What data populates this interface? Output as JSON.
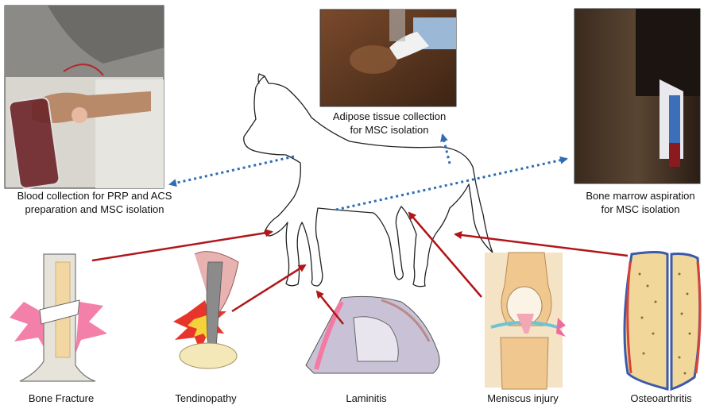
{
  "captions": {
    "blood": [
      "Blood collection for PRP and ACS",
      "preparation and MSC isolation"
    ],
    "adipose": [
      "Adipose tissue collection",
      "for MSC isolation"
    ],
    "marrow": [
      "Bone marrow aspiration",
      "for MSC isolation"
    ]
  },
  "conditions": {
    "bone_fracture": "Bone Fracture",
    "tendinopathy": "Tendinopathy",
    "laminitis": "Laminitis",
    "meniscus": "Meniscus injury",
    "osteoarthritis": "Osteoarthritis"
  },
  "colors": {
    "red_arrow": "#b0161a",
    "blue_arrow": "#2e6db4",
    "outline": "#222222"
  }
}
